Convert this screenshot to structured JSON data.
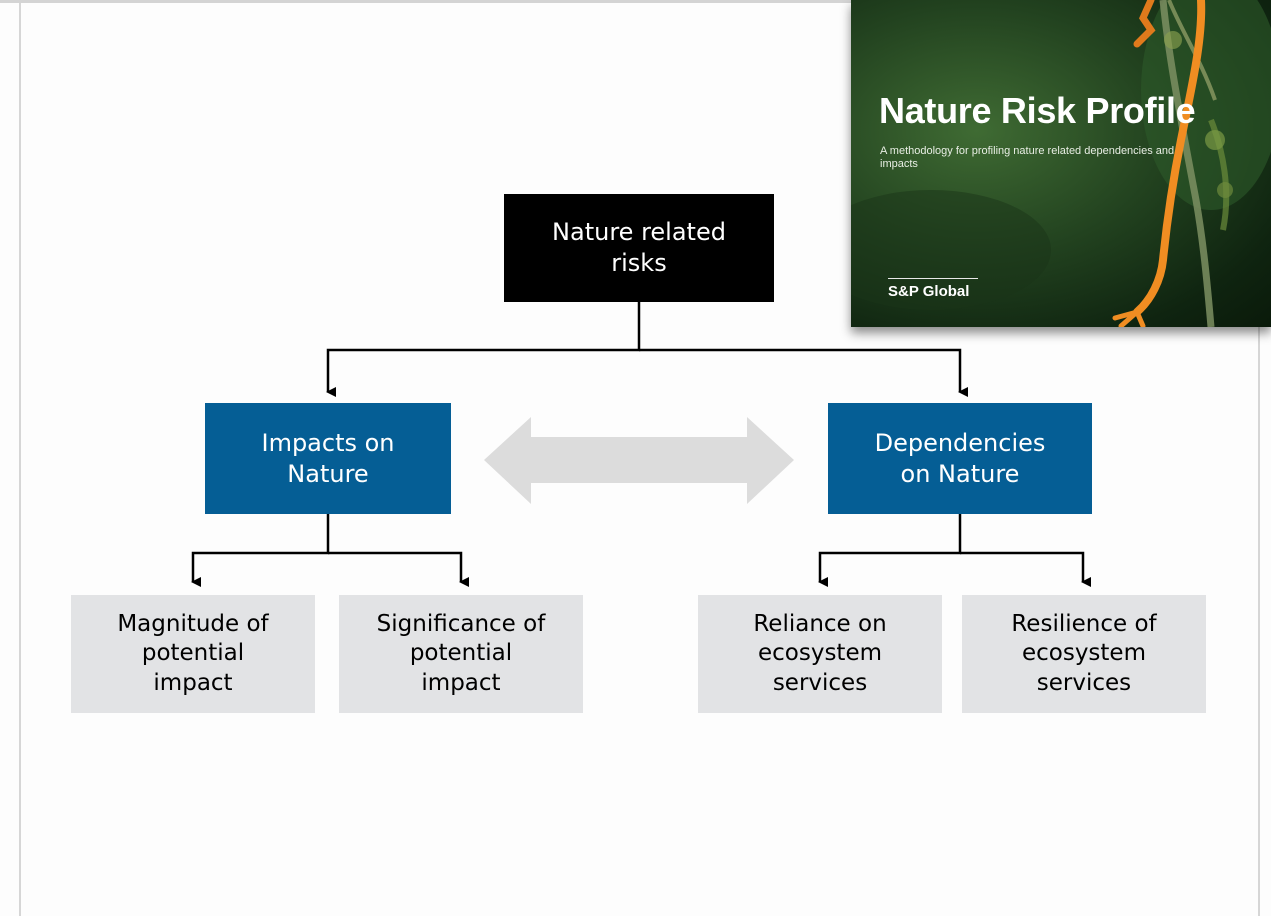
{
  "diagram": {
    "root": {
      "line1": "Nature related",
      "line2": "risks"
    },
    "impacts": {
      "line1": "Impacts on",
      "line2": "Nature",
      "children": [
        {
          "line1": "Magnitude of",
          "line2": "potential",
          "line3": "impact"
        },
        {
          "line1": "Significance of",
          "line2": "potential",
          "line3": "impact"
        }
      ]
    },
    "dependencies": {
      "line1": "Dependencies",
      "line2": "on Nature",
      "children": [
        {
          "line1": "Reliance on",
          "line2": "ecosystem",
          "line3": "services"
        },
        {
          "line1": "Resilience of",
          "line2": "ecosystem",
          "line3": "services"
        }
      ]
    }
  },
  "cover": {
    "title": "Nature Risk Profile",
    "subtitle": "A methodology for profiling nature related dependencies and impacts",
    "brand": "S&P Global"
  },
  "colors": {
    "root_fill": "#000000",
    "category_fill": "#055e95",
    "leaf_fill": "#e2e3e5",
    "double_arrow": "#dcdcdc",
    "connector": "#000000"
  }
}
